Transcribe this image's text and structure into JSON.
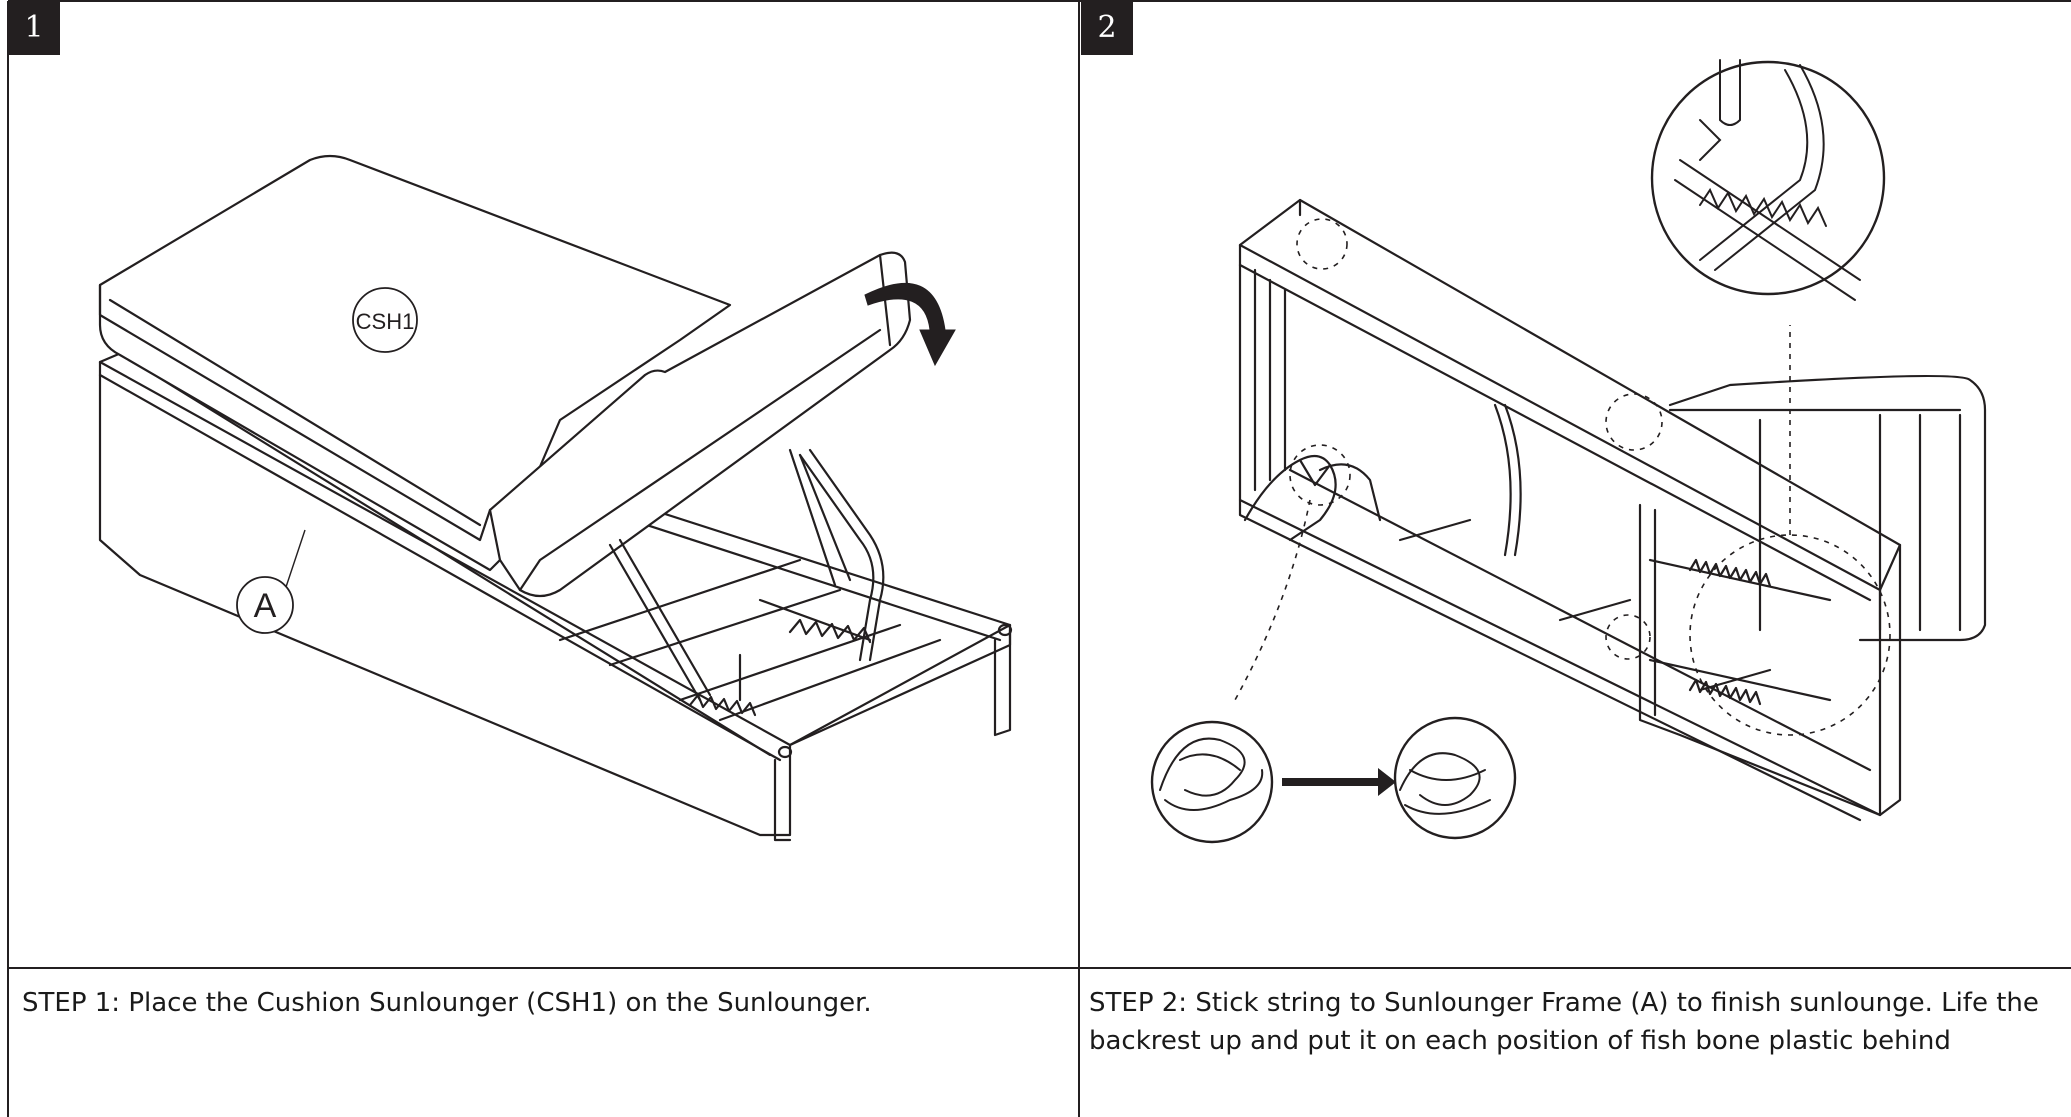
{
  "steps": [
    {
      "number": "1",
      "callouts": {
        "cushion": "CSH1",
        "frame": "A"
      },
      "caption": "STEP 1: Place the Cushion Sunlounger (CSH1) on the Sunlounger."
    },
    {
      "number": "2",
      "caption": "STEP 2: Stick string to Sunlounger Frame (A) to finish sunlounge. Life the backrest up and put it on each position of fish bone plastic behind"
    }
  ]
}
